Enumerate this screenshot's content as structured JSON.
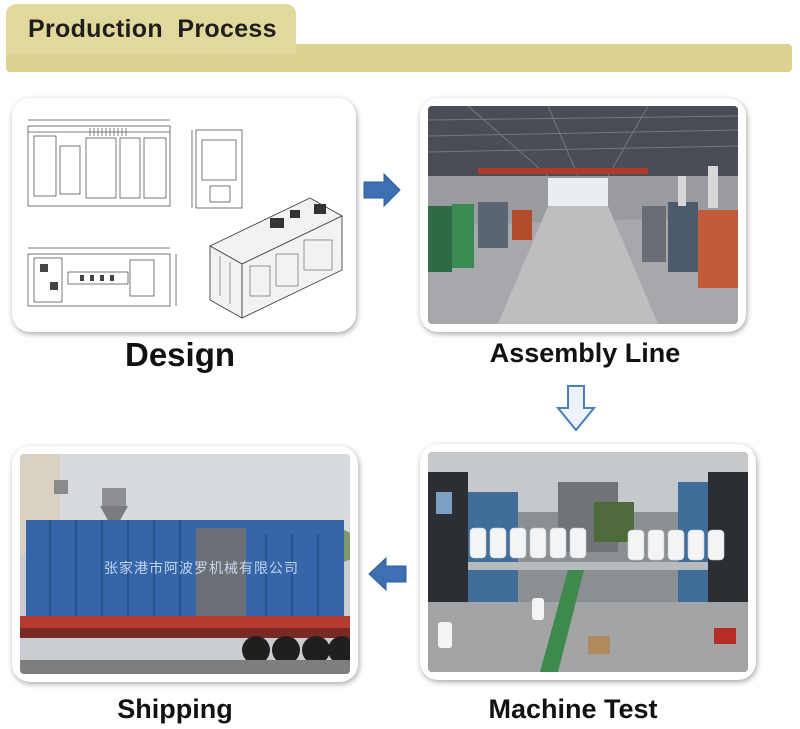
{
  "header": {
    "title": "Production  Process"
  },
  "steps": {
    "design": {
      "label": "Design"
    },
    "assembly": {
      "label": "Assembly Line"
    },
    "test": {
      "label": "Machine Test"
    },
    "shipping": {
      "label": "Shipping",
      "watermark": "张家港市阿波罗机械有限公司"
    }
  },
  "colors": {
    "header_band": "#ddd191",
    "arrow_fill": "#3d6fb3",
    "arrow_outline": "#4a7ebf"
  },
  "icons": {
    "right": "arrow-right-icon",
    "down": "arrow-down-icon",
    "left": "arrow-left-icon"
  }
}
